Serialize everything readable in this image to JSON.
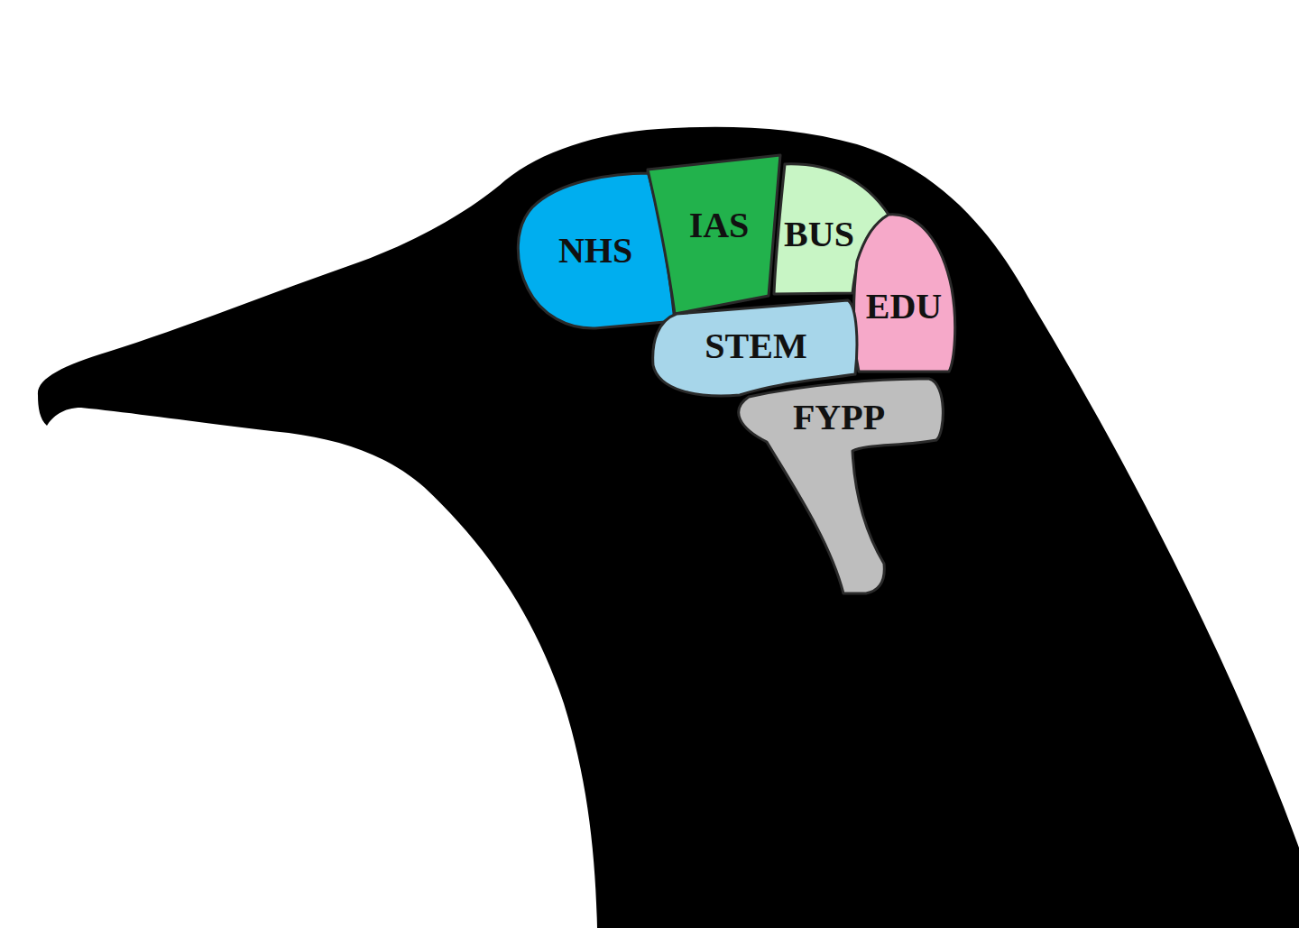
{
  "diagram": {
    "nodes": [
      {
        "text": [
          "NHS"
        ]
      },
      {
        "text": [
          "IAS"
        ]
      },
      {
        "text": [
          "BUS"
        ]
      },
      {
        "text": [
          "EDU"
        ]
      },
      {
        "text": [
          "STEM"
        ]
      },
      {
        "text": [
          "FYPP"
        ]
      }
    ]
  }
}
